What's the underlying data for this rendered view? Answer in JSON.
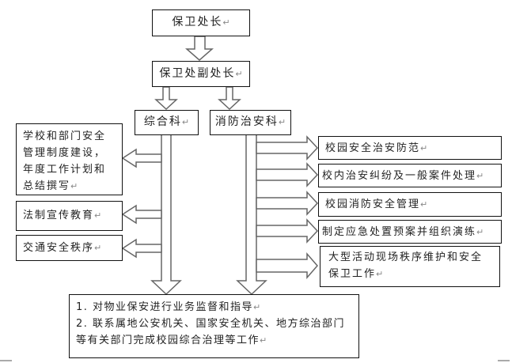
{
  "title": "保卫处组织结构图",
  "nodes": {
    "director": "保卫处长",
    "deputy_director": "保卫处副处长",
    "general_section": "综合科",
    "fire_security_section": "消防治安科"
  },
  "general_duties": [
    "学校和部门安全管理制度建设，年度工作计划和总结撰写",
    "法制宣传教育",
    "交通安全秩序"
  ],
  "fire_security_duties": [
    "校园安全治安防范",
    "校内治安纠纷及一般案件处理",
    "校园消防安全管理",
    "制定应急处置预案并组织演练",
    "大型活动现场秩序维护和安全保卫工作"
  ],
  "shared_duties": [
    "1. 对物业保安进行业务监督和指导",
    "2. 联系属地公安机关、国家安全机关、地方综治部门等有关部门完成校园综合治理等工作"
  ],
  "paragraph_mark": "↵"
}
